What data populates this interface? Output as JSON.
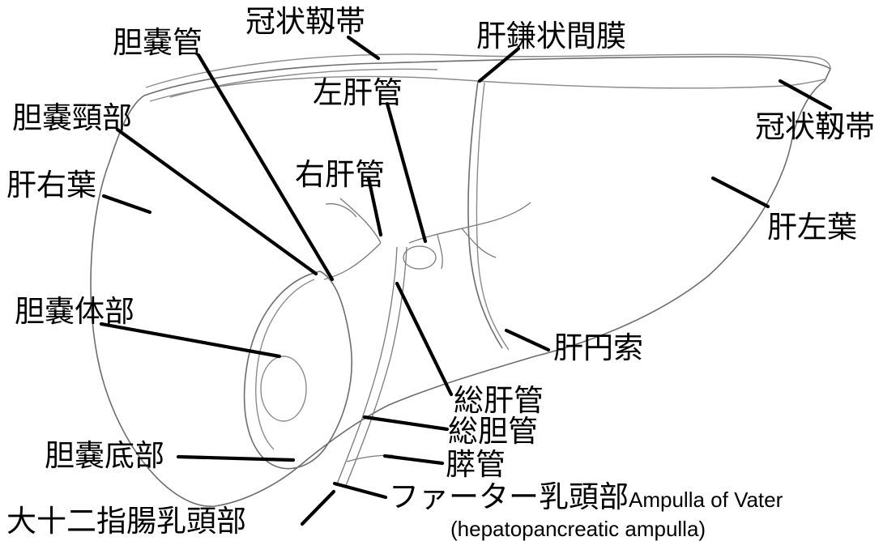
{
  "labels": {
    "coronary_ligament_top": "冠状靱帯",
    "coronary_ligament_right": "冠状靱帯",
    "falciform_ligament": "肝鎌状間膜",
    "cystic_duct": "胆嚢管",
    "gallbladder_neck": "胆嚢頸部",
    "left_hepatic_duct": "左肝管",
    "right_hepatic_duct": "右肝管",
    "right_lobe": "肝右葉",
    "left_lobe": "肝左葉",
    "gallbladder_body": "胆嚢体部",
    "round_ligament": "肝円索",
    "common_hepatic_duct": "総肝管",
    "common_bile_duct": "総胆管",
    "pancreatic_duct": "膵管",
    "gallbladder_fundus": "胆嚢底部",
    "ampulla_jp": "ファーター乳頭部",
    "ampulla_en": "Ampulla of Vater",
    "ampulla_en_sub": "(hepatopancreatic ampulla)",
    "duodenal_papilla": "大十二指腸乳頭部"
  }
}
